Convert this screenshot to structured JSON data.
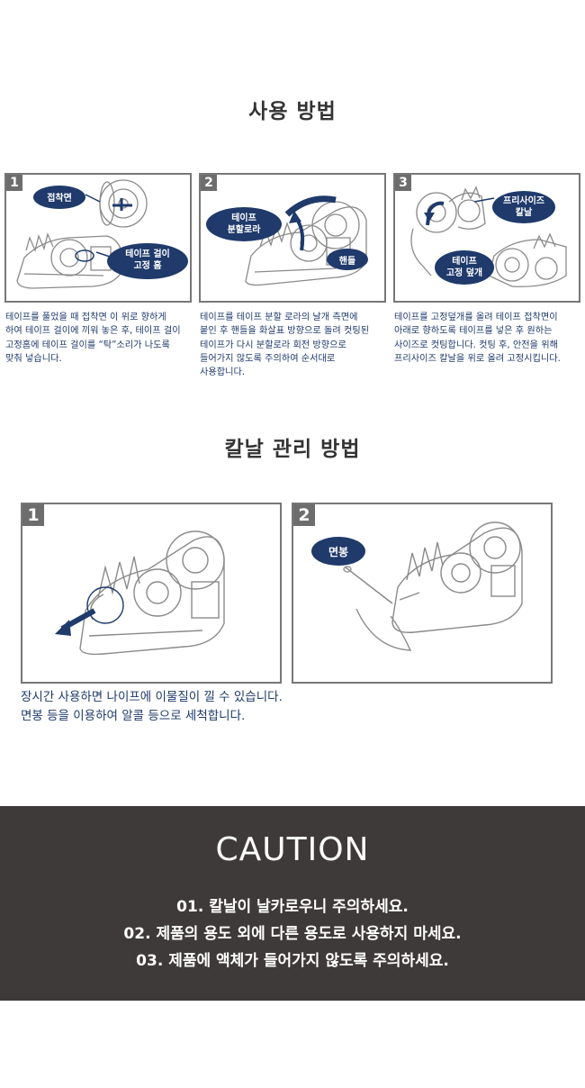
{
  "usage": {
    "title": "사용 방법",
    "steps": [
      {
        "number": "1",
        "labels": [
          "접착면",
          "테이프 걸이\n고정 홈"
        ],
        "description": "테이프를 풀었을 때 접착면 이 위로 향하게\n하여 테이프 걸이에 끼워 놓은 후, 테이프 걸이\n고정홈에 테이프 걸이를 “탁”소리가 나도록\n맞춰 넣습니다."
      },
      {
        "number": "2",
        "labels": [
          "테이프\n분할로라",
          "핸들"
        ],
        "description": "테이프를 테이프 분할 로라의 날개 측면에\n붙인 후 핸들을 화살표 방향으로 돌려 컷팅된\n테이프가 다시 분할로라 회전 방향으로\n들어가지 않도록 주의하여 순서대로\n사용합니다."
      },
      {
        "number": "3",
        "labels": [
          "프리사이즈\n칼날",
          "테이프\n고정 덮개"
        ],
        "description": "테이프를 고정덮개를 올려 테이프 접착면이\n아래로 향하도록 테이프를 넣은 후 원하는\n사이즈로 컷팅합니다. 컷팅 후, 안전을 위해\n프리사이즈 칼날을 위로 올려 고정시킵니다."
      }
    ]
  },
  "blade": {
    "title": "칼날 관리 방법",
    "steps": [
      {
        "number": "1",
        "labels": []
      },
      {
        "number": "2",
        "labels": [
          "면봉"
        ]
      }
    ],
    "description": "장시간 사용하면 나이프에 이물질이 낄 수 있습니다.\n면봉 등을 이용하여 알콜 등으로 세척합니다."
  },
  "caution": {
    "title": "CAUTION",
    "items": [
      "01. 칼날이 날카로우니 주의하세요.",
      "02. 제품의 용도 외에 다른 용도로 사용하지 마세요.",
      "03. 제품에 액체가 들어가지 않도록 주의하세요."
    ]
  },
  "colors": {
    "navy": "#1f3a6b",
    "caution_bg": "#3e3a39",
    "frame": "#777777"
  }
}
